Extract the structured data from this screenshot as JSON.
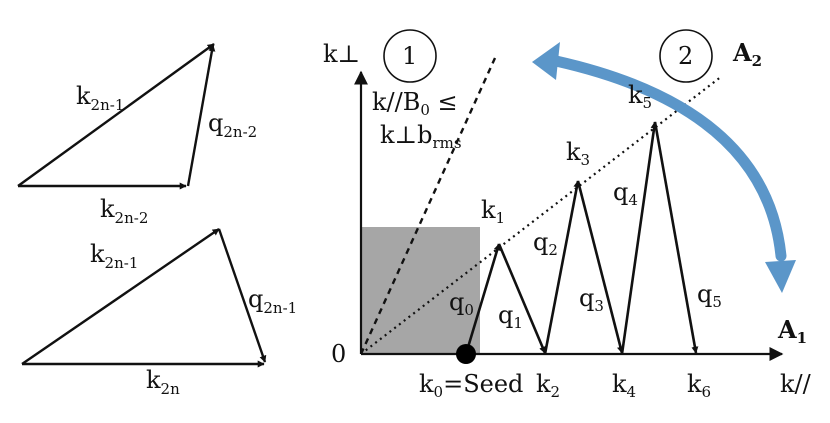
{
  "colors": {
    "stroke": "#111111",
    "shade": "#a6a6a6",
    "rotation_arrow": "#5b96c9"
  },
  "left_triangles": {
    "top": {
      "k_2n_minus_1": {
        "base": "k",
        "sub": "2n-1"
      },
      "q_2n_minus_2": {
        "base": "q",
        "sub": "2n-2"
      },
      "k_2n_minus_2": {
        "base": "k",
        "sub": "2n-2"
      }
    },
    "bottom": {
      "k_2n_minus_1": {
        "base": "k",
        "sub": "2n-1"
      },
      "q_2n_minus_1": {
        "base": "q",
        "sub": "2n-1"
      },
      "k_2n": {
        "base": "k",
        "sub": "2n"
      }
    }
  },
  "main_diagram": {
    "origin": "0",
    "y_axis": "k⊥",
    "x_axis": "k//",
    "region_1": "1",
    "region_2": "2",
    "axis_A1": {
      "base": "A",
      "sub": "1"
    },
    "axis_A2": {
      "base": "A",
      "sub": "2"
    },
    "condition_line1": {
      "base": "k//B",
      "sub": "0",
      "tail": " ≤"
    },
    "condition_line2": {
      "base": "k⊥b",
      "sub": "rms"
    },
    "seed": {
      "base": "k",
      "sub": "0",
      "tail": "=Seed"
    },
    "k_nodes": {
      "k1": {
        "base": "k",
        "sub": "1"
      },
      "k2": {
        "base": "k",
        "sub": "2"
      },
      "k3": {
        "base": "k",
        "sub": "3"
      },
      "k4": {
        "base": "k",
        "sub": "4"
      },
      "k5": {
        "base": "k",
        "sub": "5"
      },
      "k6": {
        "base": "k",
        "sub": "6"
      }
    },
    "q_vectors": {
      "q0": {
        "base": "q",
        "sub": "0"
      },
      "q1": {
        "base": "q",
        "sub": "1"
      },
      "q2": {
        "base": "q",
        "sub": "2"
      },
      "q3": {
        "base": "q",
        "sub": "3"
      },
      "q4": {
        "base": "q",
        "sub": "4"
      },
      "q5": {
        "base": "q",
        "sub": "5"
      }
    }
  }
}
